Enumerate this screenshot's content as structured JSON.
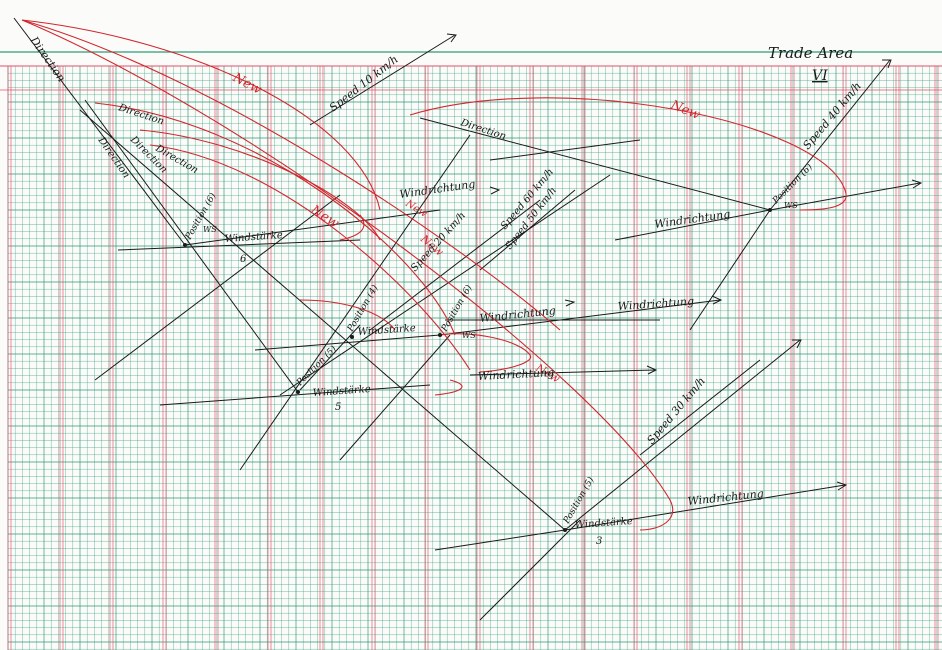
{
  "header": {
    "title": "Trade Area",
    "numeral": "VI"
  },
  "colors": {
    "grid_green": "#2e9a78",
    "grid_red": "#e0506a",
    "ink_black": "#1a1a1a",
    "ink_red": "#d3262e",
    "paper": "#fbfcf9"
  },
  "labels": {
    "new_top": "New",
    "new_right": "New",
    "new_mid": "New",
    "new_small": "New",
    "new_center": "New",
    "new_near": "New",
    "speed_10": "Speed 10 km/h",
    "speed_20": "Speed 20 km/h",
    "speed_40": "Speed 40 km/h",
    "speed_60": "Speed 60 km/h",
    "speed_50": "Speed 50 km/h",
    "speed_30": "Speed 30 km/h",
    "wind_1": "Windrichtung",
    "wind_2": "Windrichtung",
    "wind_3": "Windrichtung",
    "wind_4": "Windrichtung",
    "wind_5": "Windrichtung",
    "wind_6": "Windrichtung",
    "windstaerke_1": "Windstärke",
    "windstaerke_2": "Windstärke",
    "windstaerke_3": "Windstärke",
    "windstaerke_4": "Windstärke",
    "position_1": "Position (6)",
    "position_2": "Position (4)",
    "position_3": "Position (5)",
    "position_4": "Position (6)",
    "position_5": "Position (5)",
    "position_6": "Position (6)",
    "ws_1": "WS",
    "ws_2": "WS",
    "ws_3": "WS",
    "num_6": "6",
    "num_5": "5",
    "num_3": "3",
    "direction_1": "Direction",
    "direction_2": "Direction",
    "direction_3": "Direction",
    "direction_4": "Direction",
    "direction_5": "Direction",
    "direction_6": "Direction"
  }
}
